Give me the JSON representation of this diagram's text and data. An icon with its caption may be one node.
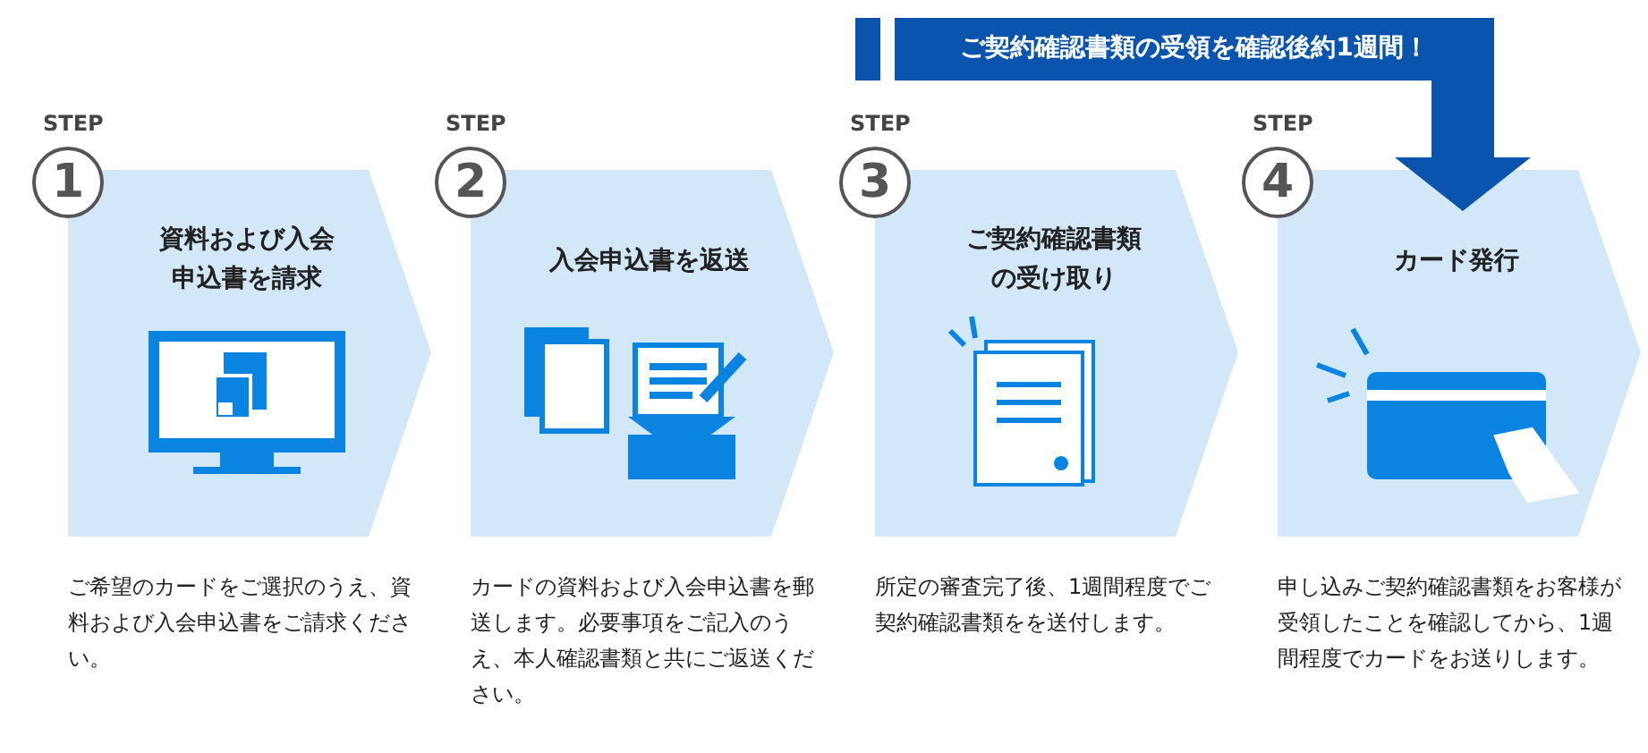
{
  "diagram": {
    "nodes": [
      {
        "text": [
          "ご契約確認書類の受領を確認後約1週間！"
        ]
      },
      {
        "text": [
          "1"
        ],
        "beside": [
          "STEP"
        ]
      },
      {
        "text": [
          "資料および入会申込書を請求"
        ],
        "beside": [
          "ご希望のカードをご選択のうえ、資料および入会申込書をご請求ください。"
        ]
      },
      {
        "text": [
          "2"
        ],
        "beside": [
          "STEP"
        ]
      },
      {
        "text": [
          "入会申込書を返送"
        ],
        "beside": [
          "カードの資料および入会申込書を郵送します。必要事項をご記入のうえ、本人確認書類と共にご返送ください。"
        ]
      },
      {
        "text": [
          "3"
        ],
        "beside": [
          "STEP"
        ]
      },
      {
        "text": [
          "ご契約確認書類の受け取り"
        ],
        "beside": [
          "所定の審査完了後、1週間程度でご契約確認書類をを送付します。"
        ]
      },
      {
        "text": [
          "4"
        ],
        "beside": [
          "STEP"
        ]
      },
      {
        "text": [
          "カード発行"
        ],
        "beside": [
          "申し込みご契約確認書類をお客様が受領したことを確認してから、1週間程度でカードをお送りします。"
        ]
      }
    ],
    "edges": [
      {
        "from": 0,
        "to": 8,
        "arrow": "to"
      }
    ]
  }
}
